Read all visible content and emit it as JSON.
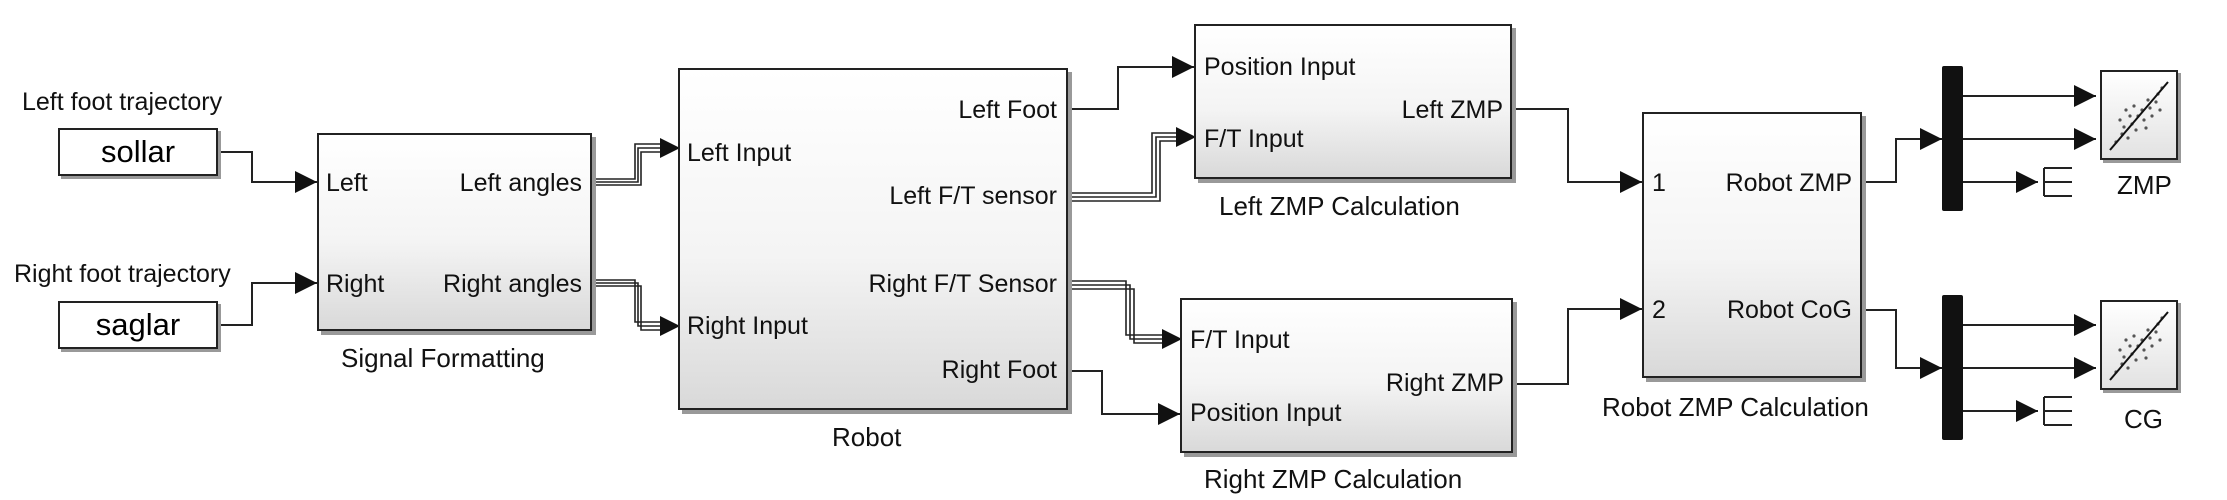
{
  "sources": {
    "left": {
      "caption": "Left foot trajectory",
      "value": "sollar"
    },
    "right": {
      "caption": "Right foot trajectory",
      "value": "saglar"
    }
  },
  "signal_formatting": {
    "title": "Signal Formatting",
    "inputs": [
      "Left",
      "Right"
    ],
    "outputs": [
      "Left angles",
      "Right angles"
    ]
  },
  "robot": {
    "title": "Robot",
    "inputs": [
      "Left Input",
      "Right Input"
    ],
    "outputs": [
      "Left Foot",
      "Left F/T sensor",
      "Right F/T Sensor",
      "Right Foot"
    ]
  },
  "left_zmp": {
    "title": "Left ZMP Calculation",
    "inputs": [
      "Position Input",
      "F/T Input"
    ],
    "output": "Left ZMP"
  },
  "right_zmp": {
    "title": "Right ZMP Calculation",
    "inputs": [
      "F/T Input",
      "Position Input"
    ],
    "output": "Right ZMP"
  },
  "robot_zmp": {
    "title": "Robot ZMP Calculation",
    "inputs": [
      "1",
      "2"
    ],
    "outputs": [
      "Robot ZMP",
      "Robot CoG"
    ]
  },
  "scopes": {
    "zmp": "ZMP",
    "cg": "CG"
  }
}
